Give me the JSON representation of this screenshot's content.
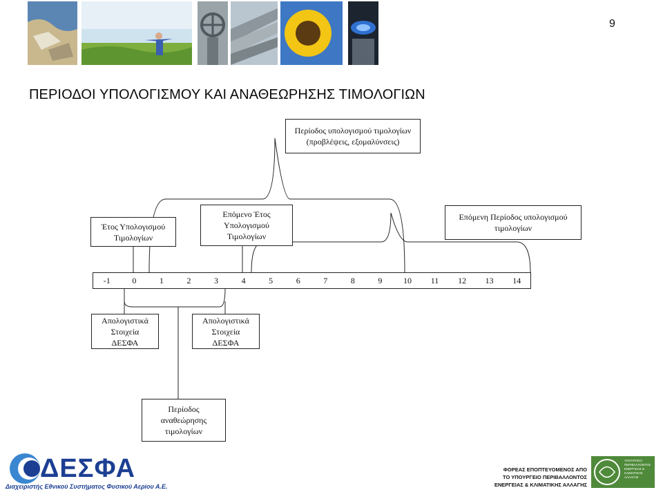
{
  "page_number": "9",
  "title": "ΠΕΡΙΟΔΟΙ ΥΠΟΛΟΓΙΣΜΟΥ ΚΑΙ ΑΝΑΘΕΩΡΗΣΗΣ ΤΙΜΟΛΟΓΙΩΝ",
  "header_photos": [
    "coastal-facility-photo",
    "child-in-field-photo",
    "valve-wheel-photo",
    "pipelines-photo",
    "sunflower-photo",
    "gas-flame-photo"
  ],
  "boxes": {
    "calculation_period": [
      "Περίοδος υπολογισμού τιμολογίων",
      "(προβλέψεις, εξομαλύνσεις)"
    ],
    "calculation_year": [
      "Έτος Υπολογισμού",
      "Τιμολογίων"
    ],
    "next_year": [
      "Επόμενο Έτος",
      "Υπολογισμού",
      "Τιμολογίων"
    ],
    "next_period": [
      "Επόμενη Περίοδος υπολογισμού",
      "τιμολογίων"
    ],
    "accounts_1": [
      "Απολογιστικά",
      "Στοιχεία",
      "ΔΕΣΦΑ"
    ],
    "accounts_2": [
      "Απολογιστικά",
      "Στοιχεία",
      "ΔΕΣΦΑ"
    ],
    "review_period": [
      "Περίοδος",
      "αναθεώρησης",
      "τιμολογίων"
    ]
  },
  "timeline": [
    "-1",
    "0",
    "1",
    "2",
    "3",
    "4",
    "5",
    "6",
    "7",
    "8",
    "9",
    "10",
    "11",
    "12",
    "13",
    "14"
  ],
  "footer": {
    "logo_text": "ΔΕΣΦΑ",
    "logo_subtitle": "Διαχειριστής Εθνικού Συστήματος Φυσικού Αερίου Α.Ε.",
    "supervising_lines": [
      "ΦΟΡΕΑΣ ΕΠΟΠΤΕΥΟΜΕΝΟΣ ΑΠΟ",
      "ΤΟ ΥΠΟΥΡΓΕΙΟ ΠΕΡΙΒΑΛΛΟΝΤΟΣ",
      "ΕΝΕΡΓΕΙΑΣ & ΚΛΙΜΑΤΙΚΗΣ ΑΛΛΑΓΗΣ"
    ],
    "ministry_logo_lines": [
      "ΥΠΟΥΡΓΕΙΟ",
      "ΠΕΡΙΒΑΛΛΟΝΤΟΣ",
      "ΕΝΕΡΓΕΙΑΣ &",
      "ΚΛΙΜΑΤΙΚΗΣ",
      "ΑΛΛΑΓΗΣ"
    ]
  },
  "colors": {
    "brand_blue": "#1c3f93",
    "ministry_green": "#4f8a3a",
    "line": "#222222"
  }
}
